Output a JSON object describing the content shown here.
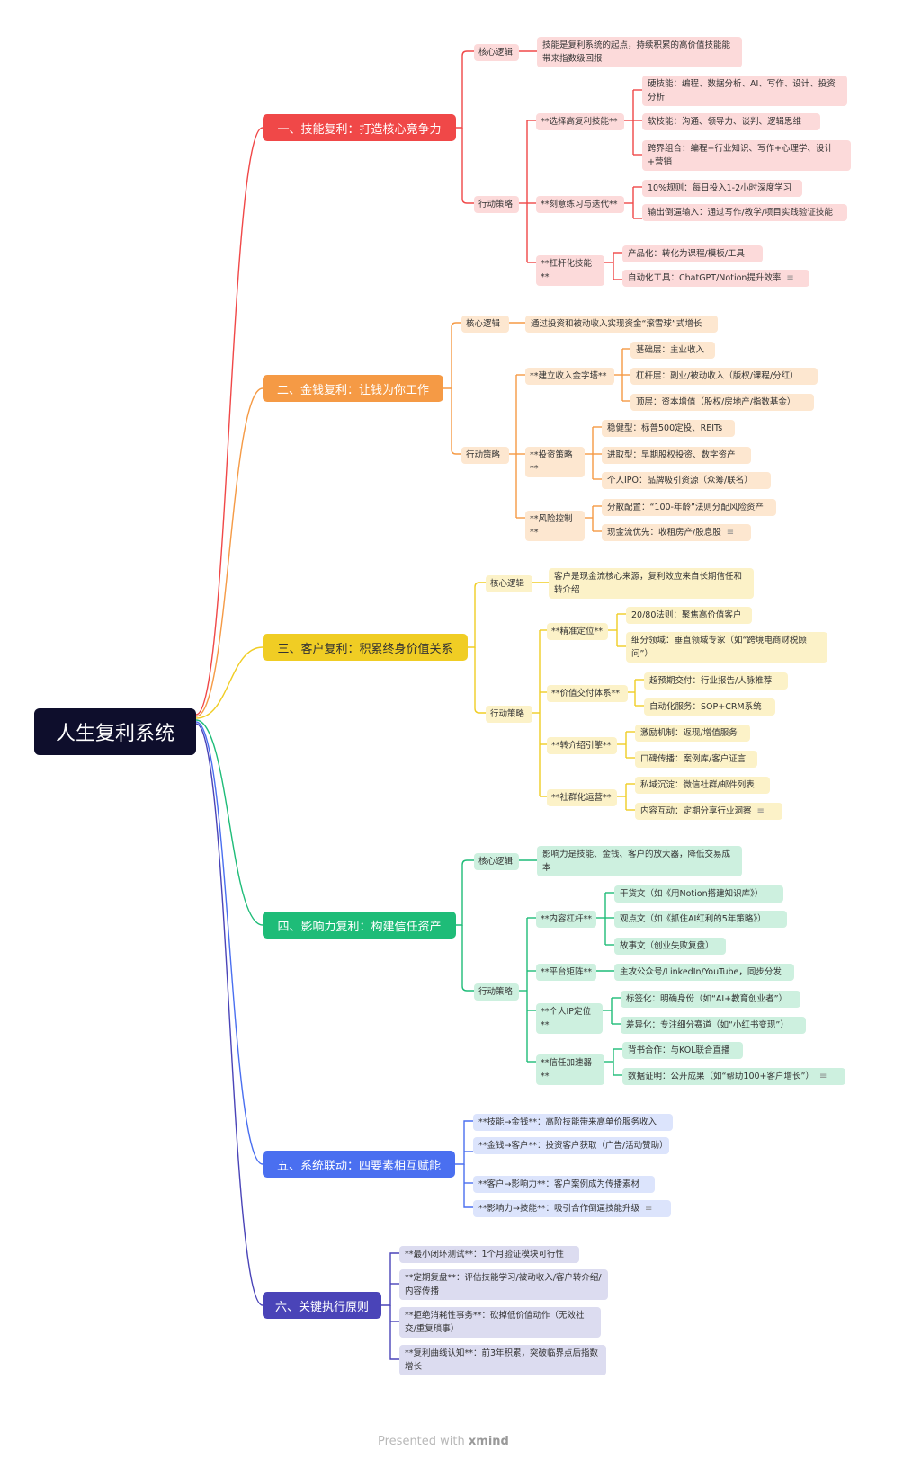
{
  "root": "人生复利系统",
  "footer": {
    "prefix": "Presented with",
    "brand": "xmind"
  },
  "b1": {
    "title": "一、技能复利：打造核心竞争力",
    "core_label": "核心逻辑",
    "core_text": "技能是复利系统的起点，持续积累的高价值技能能带来指数级回报",
    "action_label": "行动策略",
    "g1": {
      "label": "**选择高复利技能**",
      "items": [
        "硬技能：编程、数据分析、AI、写作、设计、投资分析",
        "软技能：沟通、领导力、谈判、逻辑思维",
        "跨界组合：编程+行业知识、写作+心理学、设计+营销"
      ]
    },
    "g2": {
      "label": "**刻意练习与迭代**",
      "items": [
        "10%规则：每日投入1-2小时深度学习",
        "输出倒逼输入：通过写作/教学/项目实践验证技能"
      ]
    },
    "g3": {
      "label": "**杠杆化技能**",
      "items": [
        "产品化：转化为课程/模板/工具",
        "自动化工具：ChatGPT/Notion提升效率"
      ]
    }
  },
  "b2": {
    "title": "二、金钱复利：让钱为你工作",
    "core_label": "核心逻辑",
    "core_text": "通过投资和被动收入实现资金“滚雪球”式增长",
    "action_label": "行动策略",
    "g1": {
      "label": "**建立收入金字塔**",
      "items": [
        "基础层：主业收入",
        "杠杆层：副业/被动收入（版权/课程/分红）",
        "顶层：资本增值（股权/房地产/指数基金）"
      ]
    },
    "g2": {
      "label": "**投资策略**",
      "items": [
        "稳健型：标普500定投、REITs",
        "进取型：早期股权投资、数字资产",
        "个人IPO：品牌吸引资源（众筹/联名）"
      ]
    },
    "g3": {
      "label": "**风险控制**",
      "items": [
        "分散配置：“100-年龄”法则分配风险资产",
        "现金流优先：收租房产/股息股"
      ]
    }
  },
  "b3": {
    "title": "三、客户复利：积累终身价值关系",
    "core_label": "核心逻辑",
    "core_text": "客户是现金流核心来源，复利效应来自长期信任和转介绍",
    "action_label": "行动策略",
    "g1": {
      "label": "**精准定位**",
      "items": [
        "20/80法则：聚焦高价值客户",
        "细分领域：垂直领域专家（如“跨境电商财税顾问”）"
      ]
    },
    "g2": {
      "label": "**价值交付体系**",
      "items": [
        "超预期交付：行业报告/人脉推荐",
        "自动化服务：SOP+CRM系统"
      ]
    },
    "g3": {
      "label": "**转介绍引擎**",
      "items": [
        "激励机制：返现/增值服务",
        "口碑传播：案例库/客户证言"
      ]
    },
    "g4": {
      "label": "**社群化运营**",
      "items": [
        "私域沉淀：微信社群/邮件列表",
        "内容互动：定期分享行业洞察"
      ]
    }
  },
  "b4": {
    "title": "四、影响力复利：构建信任资产",
    "core_label": "核心逻辑",
    "core_text": "影响力是技能、金钱、客户的放大器，降低交易成本",
    "action_label": "行动策略",
    "g1": {
      "label": "**内容杠杆**",
      "items": [
        "干货文（如《用Notion搭建知识库》）",
        "观点文（如《抓住AI红利的5年策略》）",
        "故事文（创业失败复盘）"
      ]
    },
    "g2": {
      "label": "**平台矩阵**",
      "items": [
        "主攻公众号/LinkedIn/YouTube，同步分发"
      ]
    },
    "g3": {
      "label": "**个人IP定位**",
      "items": [
        "标签化：明确身份（如“AI+教育创业者”）",
        "差异化：专注细分赛道（如“小红书变现”）"
      ]
    },
    "g4": {
      "label": "**信任加速器**",
      "items": [
        "背书合作：与KOL联合直播",
        "数据证明：公开成果（如“帮助100+客户增长”）"
      ]
    }
  },
  "b5": {
    "title": "五、系统联动：四要素相互赋能",
    "items": [
      "**技能→金钱**：高阶技能带来高单价服务收入",
      "**金钱→客户**：投资客户获取（广告/活动赞助）",
      "**客户→影响力**：客户案例成为传播素材",
      "**影响力→技能**：吸引合作倒逼技能升级"
    ]
  },
  "b6": {
    "title": "六、关键执行原则",
    "items": [
      "**最小闭环测试**：1个月验证模块可行性",
      "**定期复盘**：评估技能学习/被动收入/客户转介绍/内容传播",
      "**拒绝消耗性事务**：砍掉低价值动作（无效社交/重复琐事）",
      "**复利曲线认知**：前3年积累，突破临界点后指数增长"
    ]
  },
  "colors": {
    "red": "#f04848",
    "orange": "#f59a45",
    "yellow": "#f0cd24",
    "green": "#1ebc78",
    "blue": "#4a6ff0",
    "purple": "#4a44b8",
    "root": "#0e0e2c"
  },
  "note_icon": "notes-icon"
}
